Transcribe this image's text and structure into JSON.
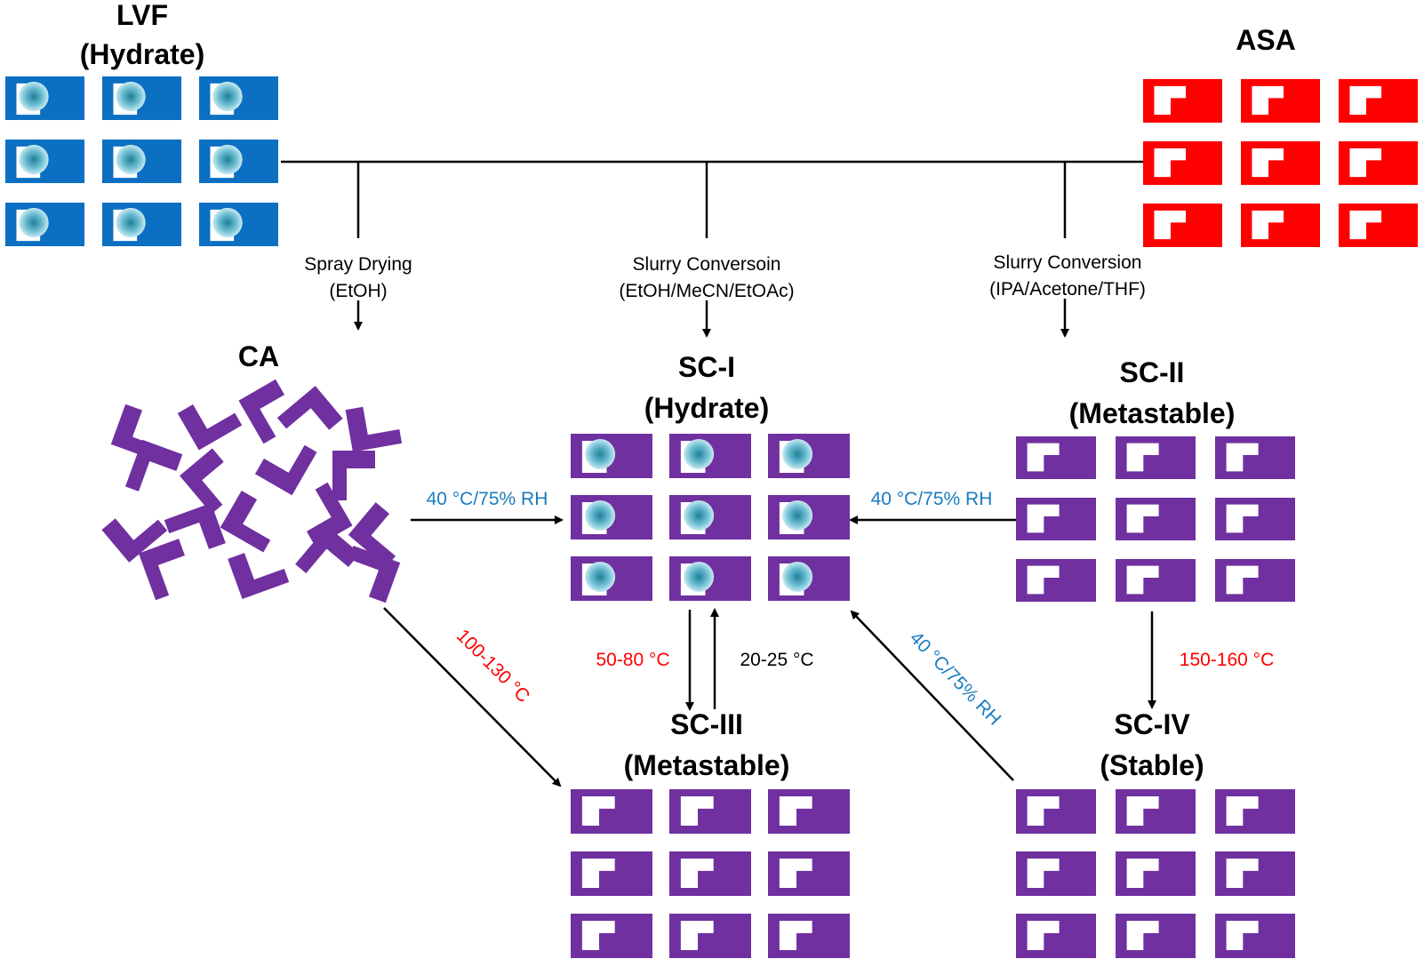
{
  "colors": {
    "lvf_blue": "#0b6fc2",
    "asa_red": "#ff0000",
    "cocrystal_purple": "#7030a0",
    "water_sphere": "#4aa3b8",
    "text_black": "#000000",
    "text_red": "#ff0000",
    "text_blue": "#1a7cc0"
  },
  "icons": {
    "lvf_unit": "blue-block-with-water-sphere",
    "asa_unit": "red-block-with-l-notch",
    "sc_hydrate_unit": "purple-block-with-water-sphere",
    "sc_unit": "purple-block-with-l-notch",
    "ca_piece": "purple-chevron"
  },
  "labels": {
    "lvf_line1": "LVF",
    "lvf_line2": "(Hydrate)",
    "asa": "ASA",
    "ca": "CA",
    "sc1_line1": "SC-I",
    "sc1_line2": "(Hydrate)",
    "sc2_line1": "SC-II",
    "sc2_line2": "(Metastable)",
    "sc3_line1": "SC-III",
    "sc3_line2": "(Metastable)",
    "sc4_line1": "SC-IV",
    "sc4_line2": "(Stable)"
  },
  "routes": {
    "spray_line1": "Spray Drying",
    "spray_line2": "(EtOH)",
    "slurry1_line1": "Slurry Conversoin",
    "slurry1_line2": "(EtOH/MeCN/EtOAc)",
    "slurry2_line1": "Slurry Conversion",
    "slurry2_line2": "(IPA/Acetone/THF)"
  },
  "conditions": {
    "ca_to_sc1": "40 °C/75% RH",
    "sc2_to_sc1": "40 °C/75% RH",
    "sc1_to_sc3": "50-80 °C",
    "sc3_to_sc1": "20-25 °C",
    "ca_to_sc3": "100-130 °C",
    "sc2_to_sc4": "150-160 °C",
    "sc4_to_sc1": "40 °C/75% RH"
  }
}
